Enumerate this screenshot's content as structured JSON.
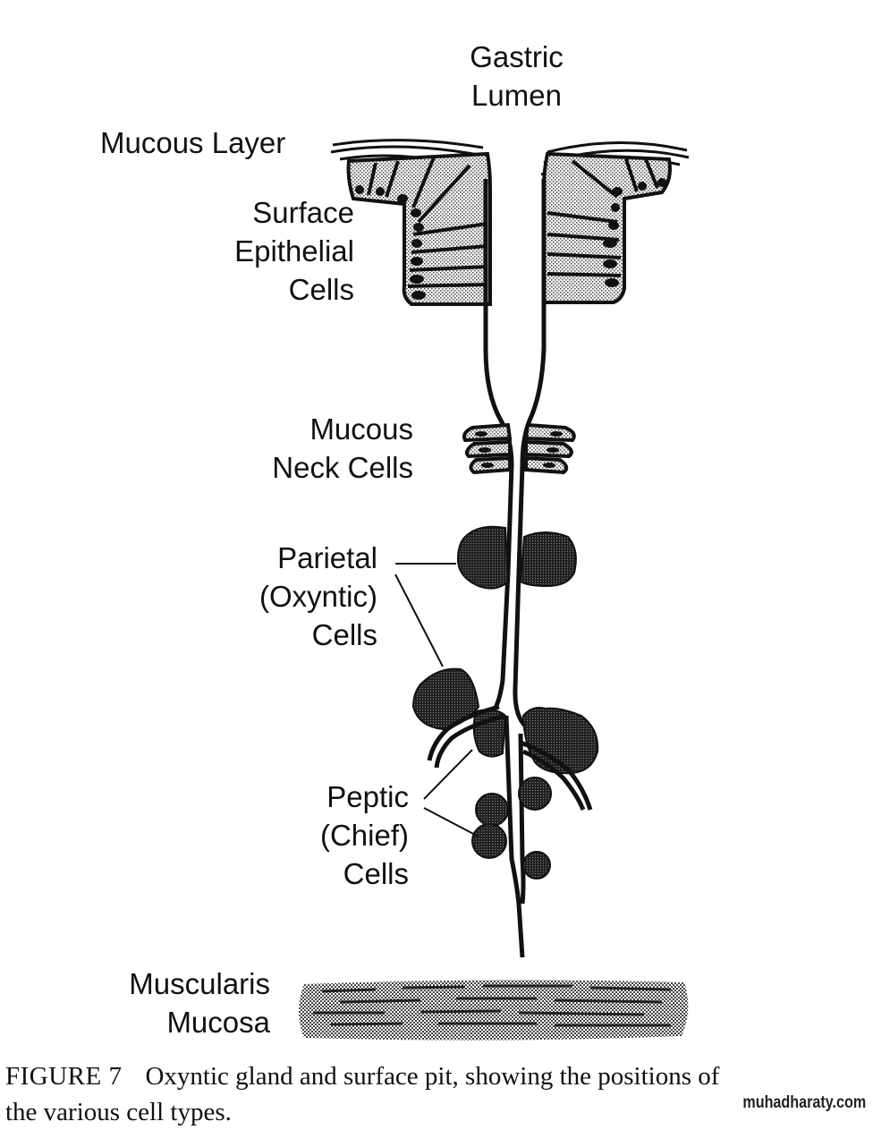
{
  "figure": {
    "labels": {
      "gastric_lumen": [
        "Gastric",
        "Lumen"
      ],
      "mucous_layer": [
        "Mucous Layer"
      ],
      "surface_epithelial_cells": [
        "Surface",
        "Epithelial",
        "Cells"
      ],
      "mucous_neck_cells": [
        "Mucous",
        "Neck Cells"
      ],
      "parietal_cells": [
        "Parietal",
        "(Oxyntic)",
        "Cells"
      ],
      "peptic_cells": [
        "Peptic",
        "(Chief)",
        "Cells"
      ],
      "muscularis_mucosa": [
        "Muscularis",
        "Mucosa"
      ]
    },
    "caption": {
      "figure_number": "FIGURE 7",
      "text_line1": "Oxyntic gland and surface pit, showing the positions of",
      "text_line2": "the various cell types."
    },
    "watermark": "muhadharaty.com",
    "colors": {
      "ink": "#111111",
      "stipple": "#bdbdbd",
      "background": "#ffffff"
    }
  }
}
